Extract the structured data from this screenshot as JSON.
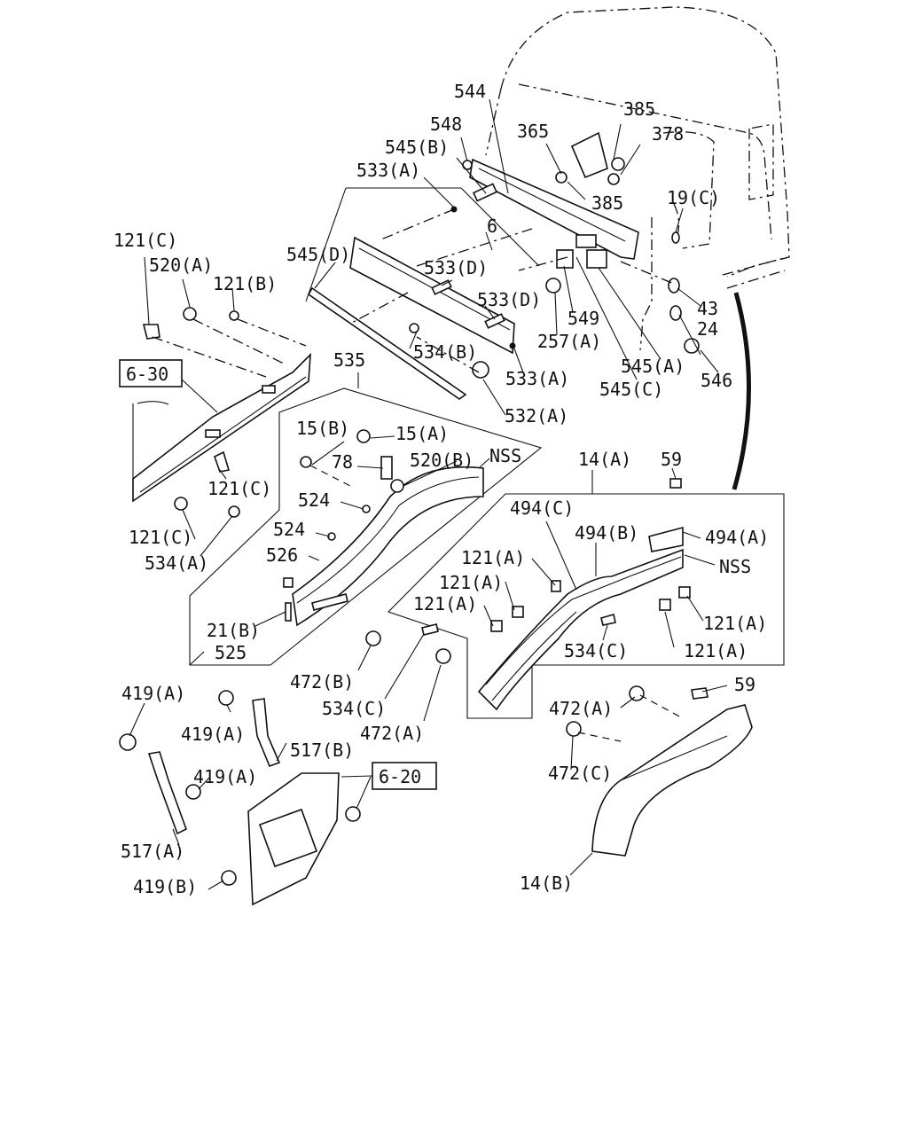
{
  "callouts": {
    "c544": "544",
    "c548": "548",
    "c365": "365",
    "c385a": "385",
    "c378": "378",
    "c545b": "545(B)",
    "c533a_top": "533(A)",
    "c385b": "385",
    "c19c": "19(C)",
    "c6": "6",
    "c121c_top": "121(C)",
    "c520a": "520(A)",
    "c121b": "121(B)",
    "c545d": "545(D)",
    "c533d_1": "533(D)",
    "c533d_2": "533(D)",
    "c43": "43",
    "c549": "549",
    "c24": "24",
    "c257a": "257(A)",
    "c534b": "534(B)",
    "c545a": "545(A)",
    "c546": "546",
    "c535": "535",
    "c533a_mid": "533(A)",
    "c545c": "545(C)",
    "c532a": "532(A)",
    "c15b": "15(B)",
    "c15a": "15(A)",
    "c78": "78",
    "c520b": "520(B)",
    "c_nss1": "NSS",
    "c14a": "14(A)",
    "c59_top": "59",
    "c524_1": "524",
    "c121c_mid": "121(C)",
    "c494c": "494(C)",
    "c494b": "494(B)",
    "c494a": "494(A)",
    "c524_2": "524",
    "c121c_low": "121(C)",
    "c526": "526",
    "c121a_1": "121(A)",
    "c_nss2": "NSS",
    "c534a": "534(A)",
    "c121a_2": "121(A)",
    "c121a_3": "121(A)",
    "c121a_4": "121(A)",
    "c21b": "21(B)",
    "c534c_r": "534(C)",
    "c121a_5": "121(A)",
    "c525": "525",
    "c472b": "472(B)",
    "c59_low": "59",
    "c419a_1": "419(A)",
    "c534c_l": "534(C)",
    "c472a_l": "472(A)",
    "c472a_r": "472(A)",
    "c419a_2": "419(A)",
    "c517b": "517(B)",
    "c419a_3": "419(A)",
    "c472c": "472(C)",
    "c517a": "517(A)",
    "c419b": "419(B)",
    "c14b": "14(B)"
  },
  "references": {
    "ref_6_30": "6-30",
    "ref_6_20": "6-20"
  }
}
